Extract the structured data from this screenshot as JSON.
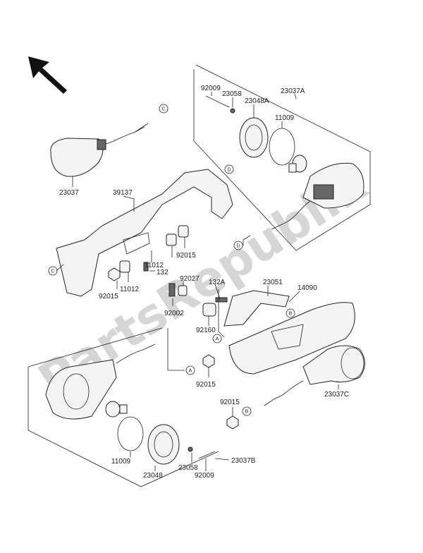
{
  "watermark": "PartsRepublik",
  "labels": {
    "p92009a": "92009",
    "p23058a": "23058",
    "p23048A": "23048A",
    "p23037A": "23037A",
    "p11009a": "11009",
    "p23037": "23037",
    "p39137": "39137",
    "p92015a": "92015",
    "p11012a": "11012",
    "p132": "132",
    "p11012b": "11012",
    "p92015b": "92015",
    "p92027": "92027",
    "p132A": "132A",
    "p23051": "23051",
    "p14090": "14090",
    "p92002": "92002",
    "p92160": "92160",
    "p92015c": "92015",
    "p92015d": "92015",
    "p23037C": "23037C",
    "p11009b": "11009",
    "p23058b": "23058",
    "p23037B": "23037B",
    "p23048": "23048",
    "p92009b": "92009"
  },
  "refs": {
    "c1": "C",
    "d1": "D",
    "c2": "C",
    "d2": "D",
    "b1": "B",
    "a1": "A",
    "a2": "A",
    "b2": "B"
  },
  "icons": {
    "direction": "arrow-up-left-icon"
  }
}
